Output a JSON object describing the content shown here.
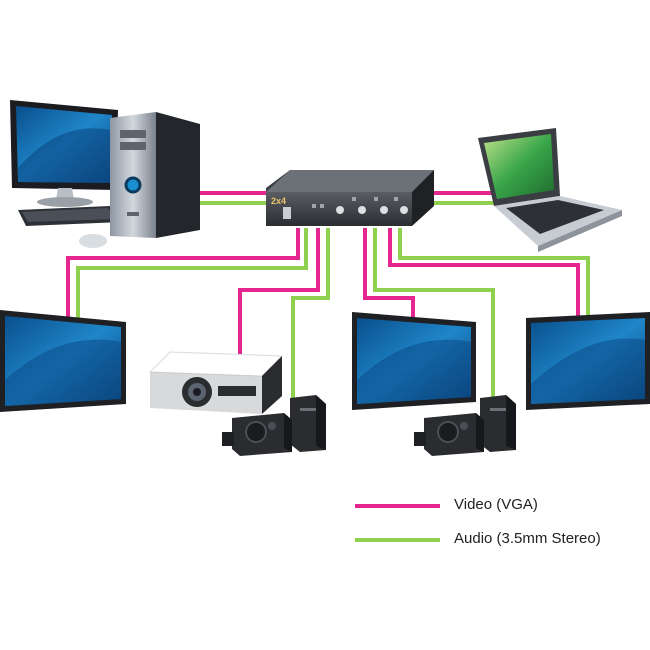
{
  "switch_device": {
    "label": "2x4"
  },
  "legend": {
    "video": {
      "label": "Video (VGA)",
      "color": "#e5268f"
    },
    "audio": {
      "label": "Audio (3.5mm Stereo)",
      "color": "#8fd14f"
    }
  },
  "devices": [
    {
      "name": "desktop-pc",
      "icon": "desktop-computer-icon"
    },
    {
      "name": "laptop",
      "icon": "laptop-icon"
    },
    {
      "name": "monitor-left",
      "icon": "monitor-icon"
    },
    {
      "name": "projector",
      "icon": "projector-icon"
    },
    {
      "name": "monitor-center",
      "icon": "monitor-icon"
    },
    {
      "name": "monitor-right",
      "icon": "monitor-icon"
    },
    {
      "name": "speakers-left",
      "icon": "speaker-icon"
    },
    {
      "name": "speakers-right",
      "icon": "speaker-icon"
    }
  ]
}
